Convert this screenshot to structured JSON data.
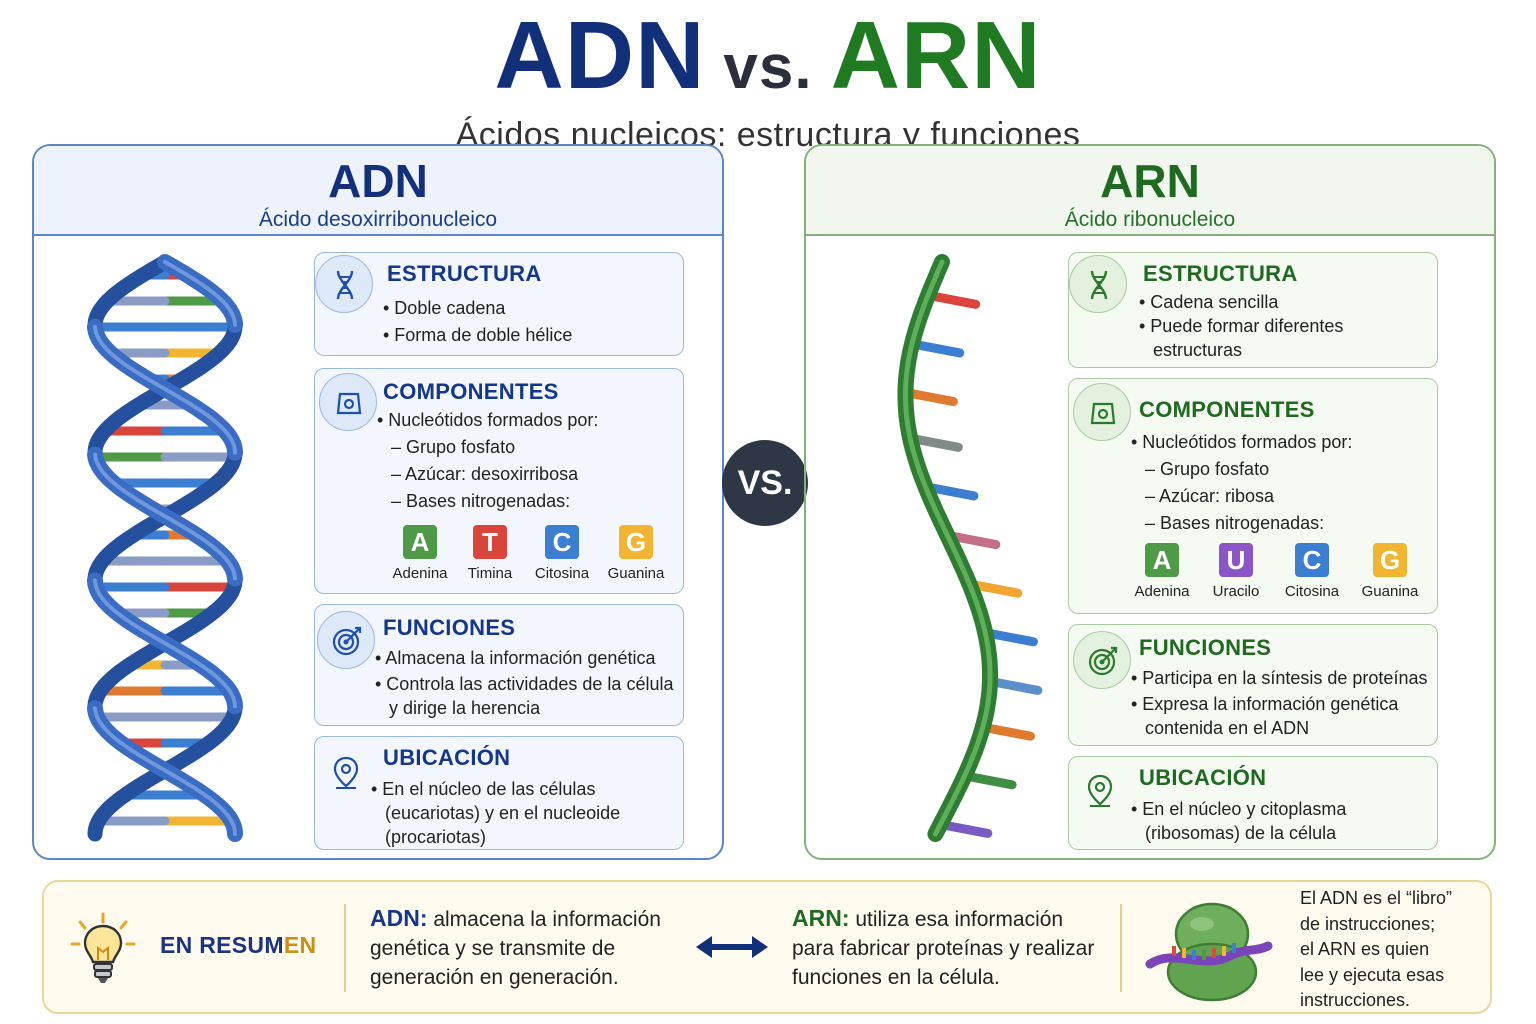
{
  "header": {
    "title_adn": "ADN",
    "title_vs": "vs.",
    "title_arn": "ARN",
    "subtitle": "Ácidos nucleicos: estructura y funciones"
  },
  "dna": {
    "title": "ADN",
    "subtitle": "Ácido desoxirribonucleico",
    "structure": {
      "title": "ESTRUCTURA",
      "icon": "dna-icon",
      "lines": [
        "• Doble cadena",
        "• Forma de doble hélice"
      ]
    },
    "components": {
      "title": "COMPONENTES",
      "icon": "nucleotide-icon",
      "lines": [
        "• Nucleótidos formados por:",
        "– Grupo fosfato",
        "– Azúcar: desoxirribosa",
        "– Bases nitrogenadas:"
      ],
      "bases": [
        {
          "letter": "A",
          "name": "Adenina",
          "color": "#4f9a47"
        },
        {
          "letter": "T",
          "name": "Timina",
          "color": "#d9453b"
        },
        {
          "letter": "C",
          "name": "Citosina",
          "color": "#3c7fd1"
        },
        {
          "letter": "G",
          "name": "Guanina",
          "color": "#f2b531"
        }
      ]
    },
    "functions": {
      "title": "FUNCIONES",
      "icon": "target-icon",
      "lines": [
        "• Almacena la información genética",
        "• Controla las actividades de la célula",
        "y dirige la herencia"
      ]
    },
    "location": {
      "title": "UBICACIÓN",
      "icon": "location-pin-icon",
      "lines": [
        "• En el núcleo de las células",
        "(eucariotas) y en el nucleoide",
        "(procariotas)"
      ]
    }
  },
  "vs": "VS.",
  "rna": {
    "title": "ARN",
    "subtitle": "Ácido ribonucleico",
    "structure": {
      "title": "ESTRUCTURA",
      "icon": "dna-icon",
      "lines": [
        "• Cadena sencilla",
        "• Puede formar diferentes",
        "estructuras"
      ]
    },
    "components": {
      "title": "COMPONENTES",
      "icon": "nucleotide-icon",
      "lines": [
        "• Nucleótidos formados por:",
        "– Grupo fosfato",
        "– Azúcar: ribosa",
        "– Bases nitrogenadas:"
      ],
      "bases": [
        {
          "letter": "A",
          "name": "Adenina",
          "color": "#4f9a47"
        },
        {
          "letter": "U",
          "name": "Uracilo",
          "color": "#8a55c4"
        },
        {
          "letter": "C",
          "name": "Citosina",
          "color": "#3c7fd1"
        },
        {
          "letter": "G",
          "name": "Guanina",
          "color": "#f2b531"
        }
      ]
    },
    "functions": {
      "title": "FUNCIONES",
      "icon": "target-icon",
      "lines": [
        "• Participa en la síntesis de proteínas",
        "• Expresa la información genética",
        "contenida en el ADN"
      ]
    },
    "location": {
      "title": "UBICACIÓN",
      "icon": "location-pin-icon",
      "lines": [
        "• En el núcleo y citoplasma",
        "(ribosomas) de la célula"
      ]
    }
  },
  "summary": {
    "title_main": "EN RESUM",
    "title_accent": "EN",
    "icon": "lightbulb-icon",
    "adn_label": "ADN:",
    "adn_lines": [
      " almacena la información",
      "genética y se transmite de",
      "generación en generación."
    ],
    "arrow_icon": "double-arrow-icon",
    "arn_label": "ARN:",
    "arn_lines": [
      " utiliza esa información",
      "para fabricar proteínas y realizar",
      "funciones en la célula."
    ],
    "ribosome_icon": "ribosome-icon",
    "book_lines": [
      "El ADN es el “libro”",
      "de instrucciones;",
      "el ARN es quien",
      "lee y ejecuta esas",
      "instrucciones."
    ]
  },
  "colors": {
    "dna_blue": "#12307a",
    "rna_green": "#1f7a22",
    "vs_dark": "#2f3746",
    "summary_border": "#e9d79a"
  }
}
